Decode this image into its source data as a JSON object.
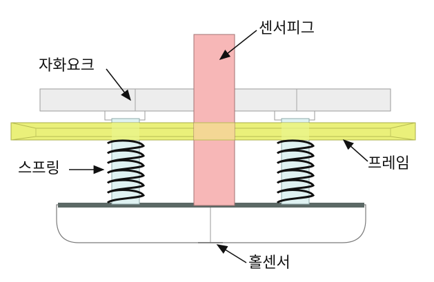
{
  "labels": {
    "sensor_piece": "센서피그",
    "yoke": "자화요크",
    "spring": "스프링",
    "frame": "프레임",
    "hall_sensor": "홀센서"
  },
  "colors": {
    "yoke": "#ededed",
    "frame": "#eaf07a",
    "sensor_piece": "#f7b7b7",
    "shaft": "#dff2f2",
    "base_top": "#5c6966",
    "spring": "#111111"
  }
}
